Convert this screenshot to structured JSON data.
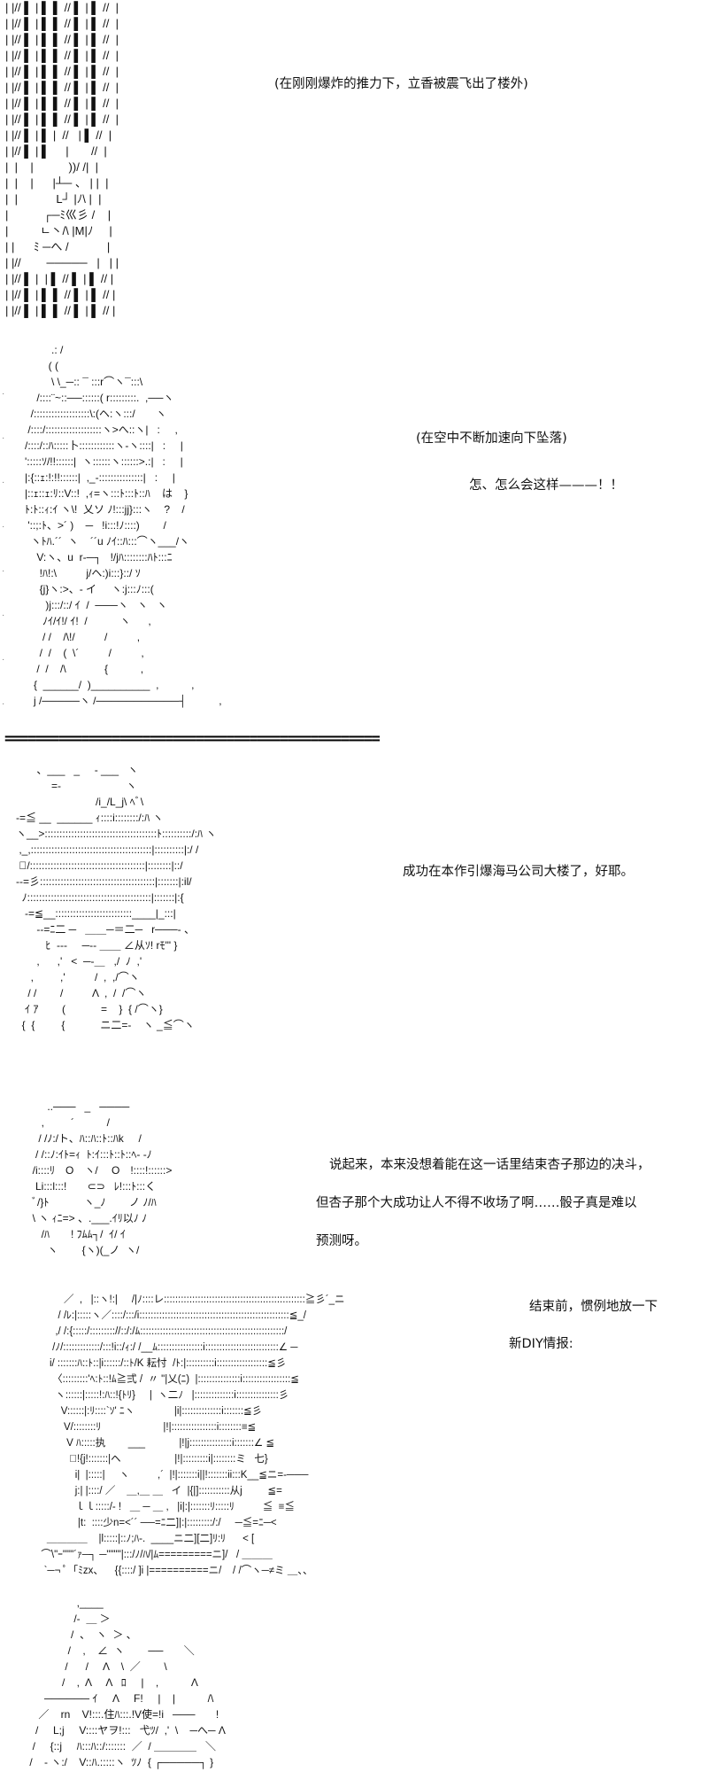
{
  "panels": [
    {
      "art": [
        "| |// ▌ | ▌ ▌ // ▌ | ▌ //  |",
        "| |// ▌ | ▌ ▌ // ▌ | ▌ //  |",
        "| |// ▌ | ▌ ▌ // ▌ | ▌ //  |",
        "| |// ▌ | ▌ ▌ // ▌ | ▌ //  |",
        "| |// ▌ | ▌ ▌ // ▌ | ▌ //  |",
        "| |// ▌ | ▌ ▌ // ▌ | ▌ //  |",
        "| |// ▌ | ▌ ▌ // ▌ | ▌ //  |",
        "| |// ▌ | ▌ ▌ // ▌ | ▌ //  |",
        "| |// ▌ | ▌ |  //   | ▌ //  |",
        "| |// ▌ | ▌     |       //  |",
        "|  |    |           ))/ /|  |",
        "|  |    |      |┴─ 、 | |  |",
        "|  |            L┘ |ﾉ\\ |  |",
        "|           ┌─ﾐ巛彡 /    |",
        "|          ㄴ丶/\\ |M|ﾉ     |",
        "| |      ﾐ ─へ /            |",
        "| |//        ─────   |   | |",
        "| |// ▌ |  | ▌ // ▌ | ▌ // |",
        "| |// ▌ | ▌ ▌ // ▌ | ▌ // |",
        "| |// ▌ | ▌ ▌ // ▌ | ▌ // |"
      ],
      "captions": [
        "(在刚刚爆炸的推力下，立香被震飞出了楼外)"
      ]
    },
    {
      "art": [
        "               .: /",
        "              ( (",
        "               \\ \\_─:: ¯ :::r⌒ヽ¯:::\\",
        "          /::::¨~::──::::::( r:::::::::.  ,──ヽ",
        "        /:::::::::::::::::::\\:(ヘ:ヽ:::/       ヽ",
        "       /::::/:::::::::::::::::::ヽ>へ::ヽ|   :     ,",
        "      /::::/::ﾊ:::::卜::::::::::::ヽ‐ヽ::::|   :     |",
        "      ':::::ｿ/!!::::::|  ヽ::::::ヽ::::::>.:|   :     |",
        "      |:{::ｪ:!:!!::::::|  ,_‐:::::::::::::::|   :     |",
        "      |::ｪ::ｪ:ﾘ::V::!  ,ｨ=ヽ:::ﾄ:::ﾄ::ﾊ    は    }",
        "      ﾄ:ﾄ::ｨ:ｲ ヽ\\!  乂ソ ﾉ!:::jj}:::ヽ    ?    /",
        "       '::;:ﾄ、>´ )    ─   !i:::!ﾉ::::)        /",
        "        ヽﾄﾊ.´´  ヽ    ´´u ﾉｲ::ﾊ:::⌒ヽ___/ヽ",
        "          V:ヽ、u  r‐─┐   !/jﾊ::::::::ﾊﾄ:::ﾆ",
        "           !ﾊ!:\\          j/ヘ:)i:::}::/ ｿ",
        "           {j}ヽ:>、‐ イ     ヽ:j:::ﾉ:::(",
        "             )j:::/::/ ｲ  /  ───ヽ   ヽ   ヽ",
        "            ﾉｲ/ｲ!/ ｲ!  /           ヽ      ,",
        "            / /    /\\!/          /          ,",
        "           /  /    (  \\´          /          ,",
        "          /  /    /\\             {           ,",
        "         {  ______/  )__________  ,           ,",
        "         j /─────ヽ /───────────┤           ,"
      ],
      "captions": [
        "(在空中不断加速向下坠落)",
        "怎、怎么会这样———！！"
      ]
    },
    {
      "separator": "=================================================",
      "art": [
        "          、___   _     ‐ ___   ヽ",
        "               =‐                      ヽ",
        "                              /i_/L_j\\ ﾍﾞ\\",
        "   ‐=≦ __  ______ ｨ::::i::::::::/:ﾊ ヽ",
        "   ヽ__>::::::::::::::::::::::::::::::::::::::ﾄ::::::::::/:ﾊ ヽ",
        "    ,_,:::::::::::::::::::::::::::::::::::::::::|::::::::::|:/ /",
        "    ﾞ/:::::::::::::::::::::::::::::::::::::::|::::::::|::/",
        "   ‐‐=彡:::::::::::::::::::::::::::::::::::::::|:::::::|:il/",
        "     ﾉ::::::::::::::::::::::::::::::::::::::::::|:::::::|:{",
        "      ‐=≦__::::::::::::::::::::::::::____|_:::|",
        "          ‐‐=ﾆ二 ─   ＿＿─＝二─   r───‐ 、",
        "             ﾋ  ‐‐‐     ─‐‐ ＿＿ ∠从ｿ! rﾓ'\" }",
        "          ,      ,'   <  ─‐＿   ,/  ﾉ  ,'",
        "        ,         ,'          /  ,  ,/⌒ヽ",
        "       / /        /          Λ  ,  /  /⌒ヽ",
        "      ｲ ｱ        (            =    }  { /⌒ヽ}",
        "     {  {         {            ニ二=‐    ヽ _≦⌒ヽ"
      ],
      "captions": [
        "成功在本作引爆海马公司大楼了，好耶。"
      ]
    },
    {
      "art": [
        "             ..───   _   ────",
        "           ,         ´           /",
        "          / /ﾉ:/ト、ﾊ::ﾊ::ﾄ::ﾊk     /",
        "         / /::ﾉ:ｲﾄ=ｨ  ﾄ:ｲ:::ﾄ::ﾄ::ﾍ‐ ‐ﾉ",
        "        /i::::ﾘ　O　ヽ/ 　O　!::::!::::::>",
        "         Li:::l:::!       ⊂⊃   ﾚ!:::ﾄ:::く",
        "        ﾞ/}ﾄ　　　 ヽ_ﾉ        ノ ﾉ/ﾊ",
        "        \\ ヽ ｨﾆ=> 、.___.ｲﾘ以ﾉ ﾉ",
        "           /ﾊ　　! ﾌﾑﾑ┐/  ｲ/ ｲ",
        "             ヽ　　 {ヽ)(_ノ  ヽ/"
      ],
      "captions": [
        "说起来，本来没想着能在这一话里结束杏子那边的决斗，",
        "但杏子那个大成功让人不得不收场了啊……骰子真是难以",
        "预测呀。"
      ]
    },
    {
      "art": [
        "          ／  ,   |::ヽ!:|     /|ﾉ::::レ::::::::::::::::::::::::::::::::::::::::::::::::::≧彡´_ニ",
        "        / /ﾚ:|:::::ヽ／::::/:::/i:::::::::::::::::::::::::::::::::::::::::::::::::::::≦_/",
        "       ,/ /:{:::::/::::::::://::/:/ﾑ:::::::::::::::::::::::::::::::::::::::::::::::::::/",
        "      /ﾉ/:::::::::::::/:::!i::/ｨ:/ /__ﾑ::::::::::::::::i::::::::::::::::::::::::::∠ ─",
        "     i/ :::::::ﾊ::ﾄ::|i::::::/::ﾄ/K 耘忖  /ﾄ:|::::::::::i::::::::::::::::::≦彡",
        "      〈:::::::::'ﾍ:ﾄ::!ﾑ≧弍 /  〃 \"|乂(ﾆ)  |:::::::::::::::i:::::::::::::::::≦",
        "       ヽ::::::|:::::!:ﾊ::!{ﾄﾘ}     |  ヽ二ﾉ   |::::::::::::::i:::::::::::::::彡",
        "         V::::::|:ﾘ::::`ｿ' ﾆヽ              |i|::::::::::::::i:::::::≦彡",
        "          V/::::::::ﾘ                      |!|::::::::::::::::i::::::::≡≦",
        "           V ﾊ:::::执        ___            |!|j:::::::::::::::i:::::::∠ ≦",
        "            ﾟ!{j!:::::::|ヘ                   |!|:::::::::i|::::::::ミ   七}",
        "              i|  |:::::|     ヽ          ,´  |!|:::::::i||!:::::::ii:::K__≦ニ=‐───",
        "              j:| |::::/ ／    ＿,＿ ＿   イ  |{|]:::::::::::从j         ≦=",
        "              ｌｌ:::::/‐ !   ＿ ─ ＿ ,   |i|:|:::::::ﾘ:::::ﾘ          ≦  ≡≦",
        "               |t:  ::::少n=<´´ ──=ﾆ二]|:|:::::::::/:/     ─≦=ﾆ─<",
        "    ＿＿＿＿    |l:::::|::ﾉ;ﾊ-.  ____ニ二][二]ﾘ:ﾘ      < [",
        "  ⌒\\\"ｰ\"\"\"´ｧ─┐ ─\"\"\"\"|:::/ﾉ/ﾊ/|ﾑ=========ニ]/   / ＿＿＿",
        "   `─¬ ﾟ「ﾐzx、    {{::::/ ]i |==========ニ/    / /⌒ヽ─≠ミ ＿、、"
      ],
      "captions": [
        "结束前，惯例地放一下",
        "新DIY情报:"
      ]
    },
    {
      "art": [
        "                 ,____",
        "                /‐  ＿ ＞",
        "               /  、  ヽ  ＞ 、",
        "              /    ,    ∠  ヽ        ──       ＼",
        "             /      /     Λ    \\  ／        \\",
        "            /    ,  Λ     Λ   ﾛ     |    ,           Λ",
        "      ────── ｲ     Λ     F!     |    |           /\\",
        "    ／    rn    V!:::.住ﾊ:::.!V使=!i   ───       !",
        "   /     L;j     V::::ヤヲ!:::   弋ﾂ/  ,'  \\    ─へ─ Λ",
        "  /     {::j     ﾊ:::ﾊ::/:::::::  ／  / ＿＿＿＿   ＼",
        " /    ‐ ヽ:/    V::ﾊ.:::::ヽ  ﾂﾉ  { ┌─────┐ }"
      ],
      "captions": []
    }
  ]
}
